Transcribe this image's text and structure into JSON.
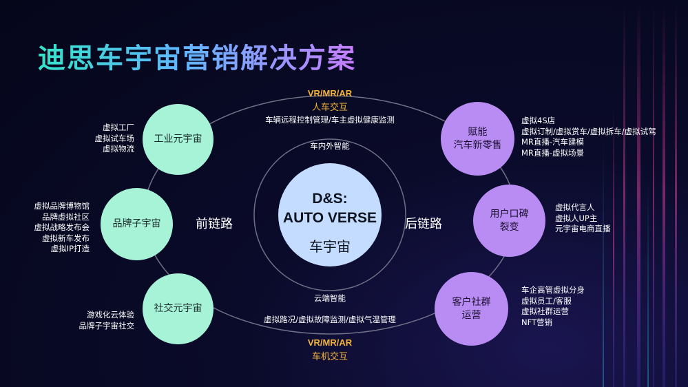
{
  "title": "迪思车宇宙营销解决方案",
  "top_tag": {
    "tech": "VR/MR/AR",
    "label": "人车交互"
  },
  "bottom_tag": {
    "tech": "VR/MR/AR",
    "label": "车机交互"
  },
  "center": {
    "line1": "D&S:",
    "line2": "AUTO VERSE",
    "line3": "车宇宙"
  },
  "arc_labels": {
    "top_outer": "车辆远程控制管理/车主虚拟健康监测",
    "top_inner": "车内外智能",
    "bottom_inner": "云端智能",
    "bottom_outer": "虚拟路况/虚拟故障监测/虚拟气温管理"
  },
  "chains": {
    "left": "前链路",
    "right": "后链路"
  },
  "left_nodes": [
    {
      "label": "工业元宇宙",
      "items": [
        "虚拟工厂",
        "虚拟试车场",
        "虚拟物流"
      ]
    },
    {
      "label": "品牌子宇宙",
      "items": [
        "虚拟品牌博物馆",
        "品牌虚拟社区",
        "虚拟战略发布会",
        "虚拟新车发布",
        "虚拟IP打造"
      ]
    },
    {
      "label": "社交元宇宙",
      "items": [
        "游戏化云体验",
        "品牌子宇宙社交"
      ]
    }
  ],
  "right_nodes": [
    {
      "label_lines": [
        "赋能",
        "汽车新零售"
      ],
      "items": [
        "虚拟4S店",
        "虚拟订制/虚拟赏车/虚拟拆车/虚拟试驾",
        "MR直播-汽车建模",
        "MR直播-虚拟场景"
      ]
    },
    {
      "label_lines": [
        "用户口碑",
        "裂变"
      ],
      "items": [
        "虚拟代言人",
        "虚拟人UP主",
        "元宇宙电商直播"
      ]
    },
    {
      "label_lines": [
        "客户社群",
        "运营"
      ],
      "items": [
        "车企高管虚拟分身",
        "虚拟员工/客服",
        "虚拟社群运营",
        "NFT营销"
      ]
    }
  ],
  "colors": {
    "green_node": "#a6f3d8",
    "purple_node": "#b98cf4",
    "center": "#c4dcff",
    "accent": "#f4b33c"
  }
}
